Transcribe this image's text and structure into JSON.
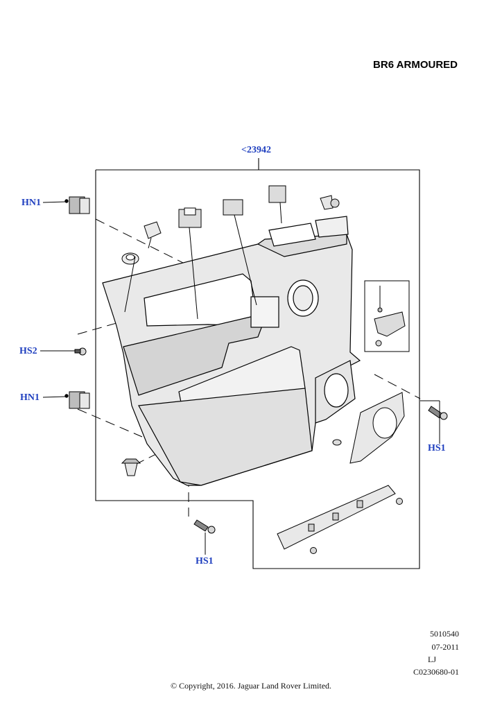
{
  "title": "BR6 ARMOURED",
  "callouts": {
    "top": "<23942",
    "hn1_upper": "HN1",
    "hs2": "HS2",
    "hn1_lower": "HN1",
    "hs1_right": "HS1",
    "hs1_bottom": "HS1"
  },
  "meta": {
    "ref": "5010540",
    "date": "07-2011",
    "initials": "LJ",
    "code": "C0230680-01"
  },
  "copyright": "© Copyright, 2016. Jaguar Land Rover Limited.",
  "colors": {
    "callout": "#1f3fbf",
    "line": "#000000",
    "panel_fill": "#e8e8e8"
  }
}
